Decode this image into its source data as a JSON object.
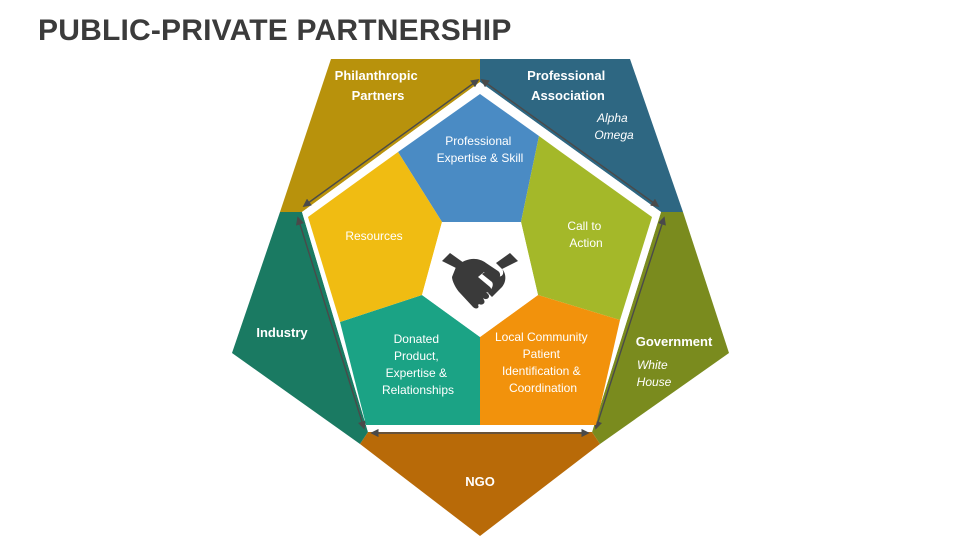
{
  "title": "PUBLIC-PRIVATE PARTNERSHIP",
  "outer_segments": [
    {
      "label_lines": [
        "Philanthropic",
        "Partners"
      ],
      "subtitle_lines": [],
      "color": "#B8920C"
    },
    {
      "label_lines": [
        "Professional",
        "Association"
      ],
      "subtitle_lines": [
        "Alpha",
        "Omega"
      ],
      "color": "#2E6782"
    },
    {
      "label_lines": [
        "Government"
      ],
      "subtitle_lines": [
        "White",
        "House"
      ],
      "color": "#7A8B1E"
    },
    {
      "label_lines": [
        "NGO"
      ],
      "subtitle_lines": [],
      "color": "#B86A08"
    },
    {
      "label_lines": [
        "Industry"
      ],
      "subtitle_lines": [],
      "color": "#1A7A62"
    }
  ],
  "inner_segments": [
    {
      "label_lines": [
        "Professional",
        "Expertise & Skill"
      ],
      "color": "#4A8BC4"
    },
    {
      "label_lines": [
        "Call to",
        "Action"
      ],
      "color": "#A4B829"
    },
    {
      "label_lines": [
        "Local Community",
        "Patient",
        "Identification &",
        "Coordination"
      ],
      "color": "#F2920C"
    },
    {
      "label_lines": [
        "Donated",
        "Product,",
        "Expertise &",
        "Relationships"
      ],
      "color": "#1BA385"
    },
    {
      "label_lines": [
        "Resources"
      ],
      "color": "#F0BC12"
    }
  ],
  "center": {
    "icon": "handshake-icon",
    "color": "#ffffff",
    "icon_color": "#3A3A3A"
  }
}
